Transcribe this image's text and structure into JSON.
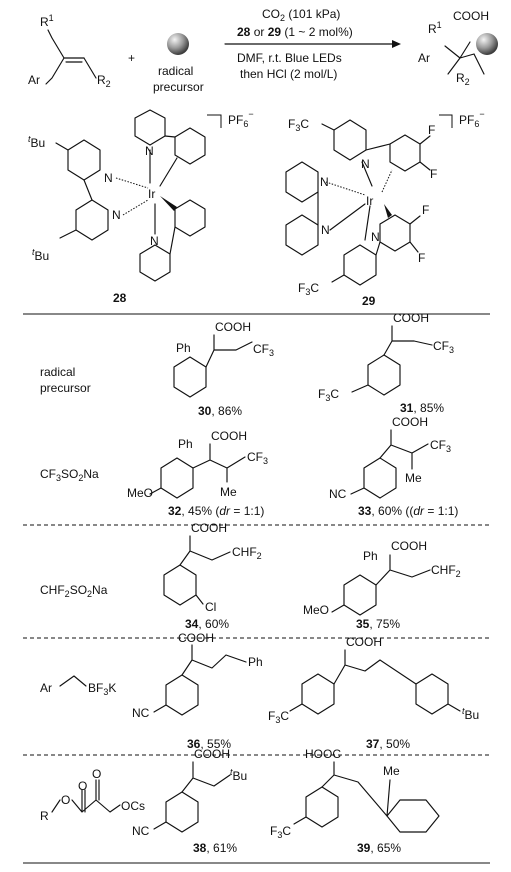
{
  "reaction": {
    "reactant_substituents": [
      "R",
      "1",
      "Ar",
      "R",
      "2"
    ],
    "plus": "+",
    "radical_label": [
      "radical",
      "precursor"
    ],
    "conditions_top": [
      "CO",
      "2",
      " (101 kPa)"
    ],
    "conditions_cat": [
      "28",
      " or ",
      "29",
      " (1 ~ 2 mol%)"
    ],
    "conditions_bottom1": "DMF, r.t. Blue LEDs",
    "conditions_bottom2": "then HCl (2 mol/L)",
    "product_labels": [
      "R",
      "1",
      "COOH",
      "Ar",
      "R",
      "2"
    ]
  },
  "catalysts": [
    {
      "id": "28",
      "metal": "Ir",
      "counterion": [
        "PF",
        "6",
        "−"
      ],
      "substituents": [
        "t",
        "Bu",
        "t",
        "Bu"
      ],
      "n_labels": "N"
    },
    {
      "id": "29",
      "metal": "Ir",
      "counterion": [
        "PF",
        "6",
        "−"
      ],
      "substituents": [
        "F",
        "3",
        "C",
        "F",
        "F",
        "F",
        "F"
      ],
      "n_labels": "N"
    }
  ],
  "rows": [
    {
      "precursor": [
        "radical",
        "precursor"
      ],
      "products": [
        {
          "id": "30",
          "yield": ", 86%",
          "labels": [
            "Ph",
            "COOH",
            "CF",
            "3"
          ]
        },
        {
          "id": "31",
          "yield": ", 85%",
          "labels": [
            "COOH",
            "CF",
            "3",
            "F",
            "3",
            "C"
          ]
        }
      ]
    },
    {
      "precursor": [
        "CF",
        "3",
        "SO",
        "2",
        "Na"
      ],
      "products": [
        {
          "id": "32",
          "yield": ", 45% (",
          "dr": "dr",
          "dr_value": " = 1:1)",
          "labels": [
            "Ph",
            "COOH",
            "CF",
            "3",
            "MeO",
            "Me"
          ]
        },
        {
          "id": "33",
          "yield": ", 60% ((",
          "dr": "dr",
          "dr_value": " = 1:1)",
          "labels": [
            "COOH",
            "CF",
            "3",
            "NC",
            "Me"
          ]
        }
      ]
    },
    {
      "precursor": [
        "CHF",
        "2",
        "SO",
        "2",
        "Na"
      ],
      "products": [
        {
          "id": "34",
          "yield": ", 60%",
          "labels": [
            "COOH",
            "CHF",
            "2",
            "Cl"
          ]
        },
        {
          "id": "35",
          "yield": ", 75%",
          "labels": [
            "Ph",
            "COOH",
            "CHF",
            "2",
            "MeO"
          ]
        }
      ]
    },
    {
      "precursor": [
        "Ar",
        "BF",
        "3",
        "K"
      ],
      "products": [
        {
          "id": "36",
          "yield": ", 55%",
          "labels": [
            "COOH",
            "Ph",
            "NC"
          ]
        },
        {
          "id": "37",
          "yield": ", 50%",
          "labels": [
            "COOH",
            "F",
            "3",
            "C",
            "t",
            "Bu"
          ]
        }
      ]
    },
    {
      "precursor": [
        "R",
        "O",
        "O",
        "O",
        "OCs"
      ],
      "products": [
        {
          "id": "38",
          "yield": ", 61%",
          "labels": [
            "COOH",
            "t",
            "Bu",
            "NC"
          ]
        },
        {
          "id": "39",
          "yield": ", 65%",
          "labels": [
            "HOOC",
            "Me",
            "F",
            "3",
            "C"
          ]
        }
      ]
    }
  ]
}
